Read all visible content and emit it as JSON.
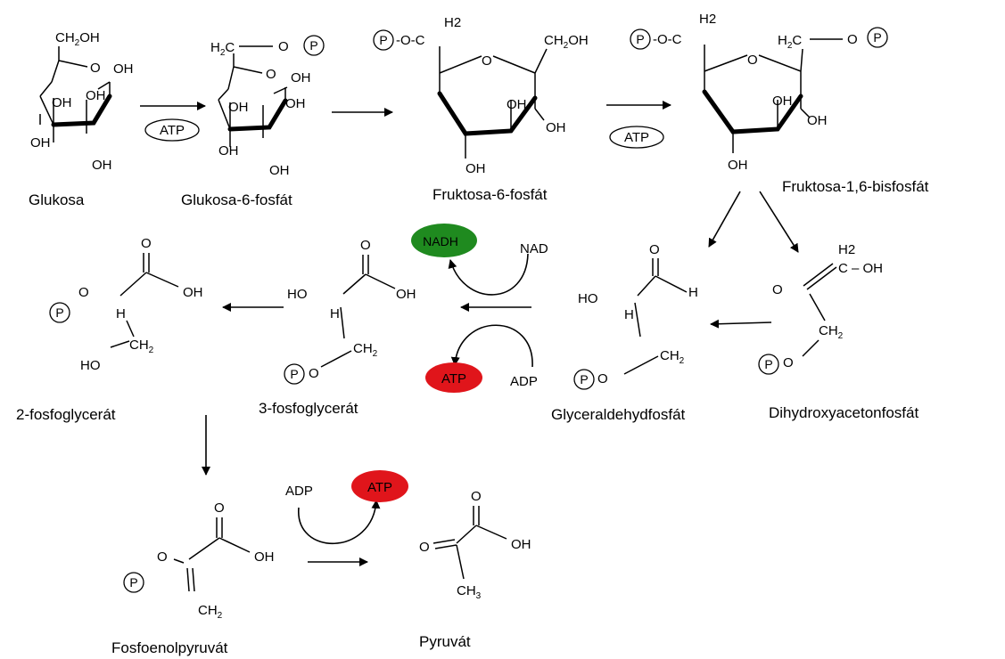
{
  "compounds": {
    "glukosa": "Glukosa",
    "g6p": "Glukosa-6-fosfát",
    "f6p": "Fruktosa-6-fosfát",
    "f16bp": "Fruktosa-1,6-bisfosfát",
    "gap": "Glyceraldehydfosfát",
    "dhap": "Dihydroxyacetonfosfát",
    "pg3": "3-fosfoglycerát",
    "pg2": "2-fosfoglycerát",
    "pep": "Fosfoenolpyruvát",
    "pyr": "Pyruvát"
  },
  "cofactors": {
    "atp": "ATP",
    "adp": "ADP",
    "nad": "NAD",
    "nadh": "NADH",
    "phosphate": "P"
  },
  "atoms": {
    "oh": "OH",
    "ho": "HO",
    "o": "O",
    "h": "H",
    "c": "C",
    "ch2oh": "CH2OH",
    "ch2": "CH2",
    "ch3": "CH3",
    "h2c": "H2C",
    "h2": "H2"
  },
  "colors": {
    "nadh": "#1f8a1f",
    "atp_product": "#e0151b"
  }
}
